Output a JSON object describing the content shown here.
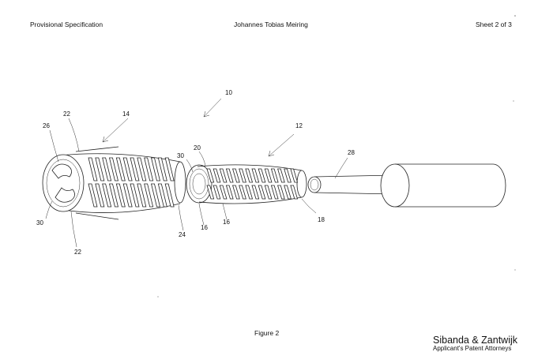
{
  "header": {
    "left": "Provisional Specification",
    "center": "Johannes Tobias Meiring",
    "right": "Sheet 2 of 3"
  },
  "figure": {
    "caption": "Figure 2",
    "reference_numerals": [
      "10",
      "12",
      "14",
      "16",
      "16",
      "18",
      "20",
      "22",
      "22",
      "24",
      "26",
      "28",
      "30",
      "30"
    ]
  },
  "footer": {
    "firm_name": "Sibanda & Zantwijk",
    "firm_role": "Applicant's Patent Attorneys"
  }
}
